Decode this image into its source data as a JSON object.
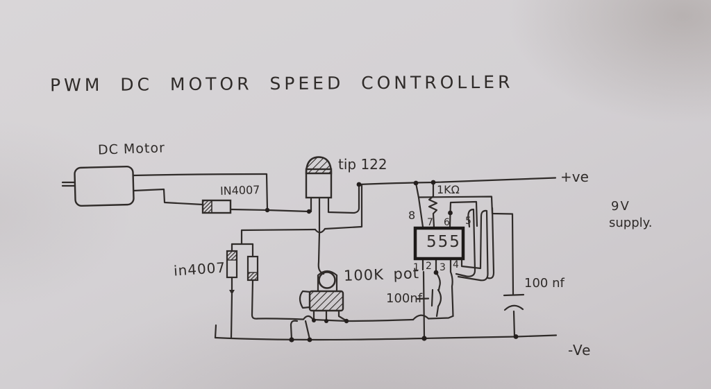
{
  "title": "PWM DC MOTOR SPEED CONTROLLER",
  "components": {
    "dc_motor": {
      "label": "DC Motor"
    },
    "flyback_diode": {
      "label": "IN4007"
    },
    "transistor": {
      "label": "tip 122"
    },
    "resistor": {
      "label": "1KΩ"
    },
    "timer_ic": {
      "label": "555",
      "pins_top": [
        "8",
        "7",
        "6",
        "5"
      ],
      "pins_bottom": [
        "1",
        "2",
        "3",
        "4"
      ]
    },
    "diode_pair": {
      "label": "in4007"
    },
    "potentiometer": {
      "label": "100K pot"
    },
    "cap_timing": {
      "label": "100nf"
    },
    "cap_supply": {
      "label": "100 nf"
    }
  },
  "power": {
    "positive_rail": "+ve",
    "negative_rail": "-Ve",
    "supply_line1": "9V",
    "supply_line2": "supply."
  },
  "colors": {
    "paper": "#d3d0d3",
    "ink": "#2f2b29"
  }
}
